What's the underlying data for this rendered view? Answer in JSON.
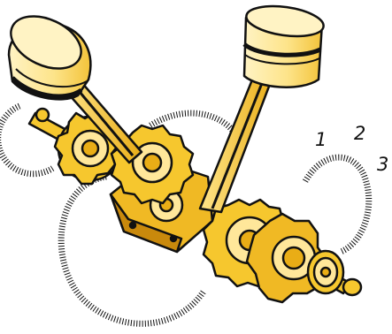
{
  "rotation_labels": [
    "1",
    "2",
    "3"
  ],
  "colors": {
    "ink": "#111111",
    "metal_light": "#ffe79a",
    "metal": "#f6c72e",
    "metal_mid": "#e9ad16",
    "metal_dark": "#c9890c",
    "background": "#ffffff"
  },
  "icons": [
    "piston-icon",
    "connecting-rod-icon",
    "crankshaft-icon",
    "flywheel-icon"
  ]
}
